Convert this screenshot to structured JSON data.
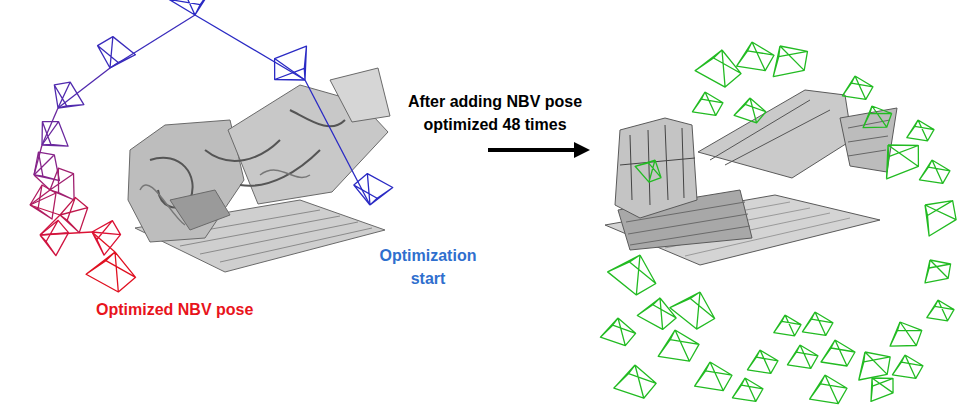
{
  "diagram": {
    "labels": [
      "After adding NBV pose optimized 48 times",
      "Optimization start",
      "Optimized NBV pose"
    ]
  }
}
